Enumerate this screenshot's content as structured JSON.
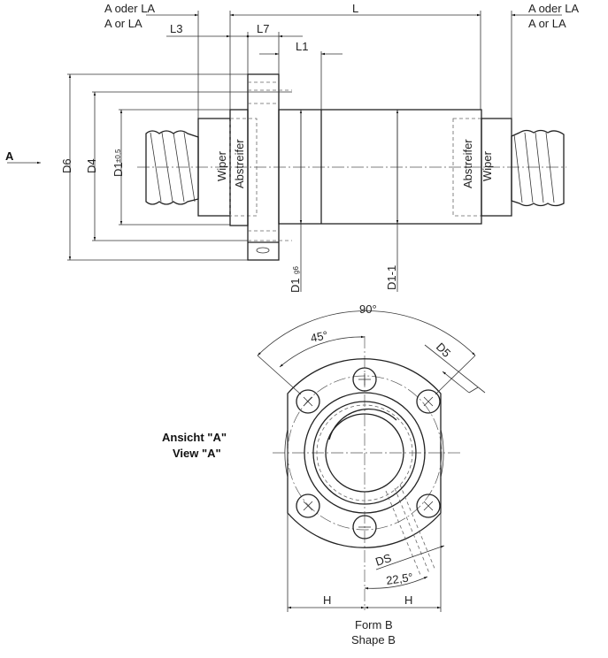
{
  "drawing": {
    "title": "Ball screw nut with flange, Form B",
    "side_view": {
      "direction_marker": "A",
      "labels": {
        "end_left_de": "A oder LA",
        "end_left_en": "A or LA",
        "end_right_de": "A oder LA",
        "end_right_en": "A or LA",
        "length": "L",
        "l3": "L3",
        "l7": "L7",
        "l1": "L1",
        "d6": "D6",
        "d4": "D4",
        "d1_main": "D1",
        "d1_tol": "±0,5",
        "d1g6_main": "D1",
        "d1g6_tol": "g6",
        "d1_1": "D1-1",
        "wiper_left": "Wiper",
        "abstreifer_left": "Abstreifer",
        "abstreifer_right": "Abstreifer",
        "wiper_right": "Wiper",
        "lube_hole": "0"
      }
    },
    "front_view": {
      "view_label_de": "Ansicht \"A\"",
      "view_label_en": "View \"A\"",
      "angle_90": "90°",
      "angle_45": "45°",
      "angle_22": "22,5°",
      "d5": "D5",
      "ds": "DS",
      "h_left": "H",
      "h_right": "H",
      "form_de": "Form B",
      "form_en": "Shape B"
    }
  }
}
